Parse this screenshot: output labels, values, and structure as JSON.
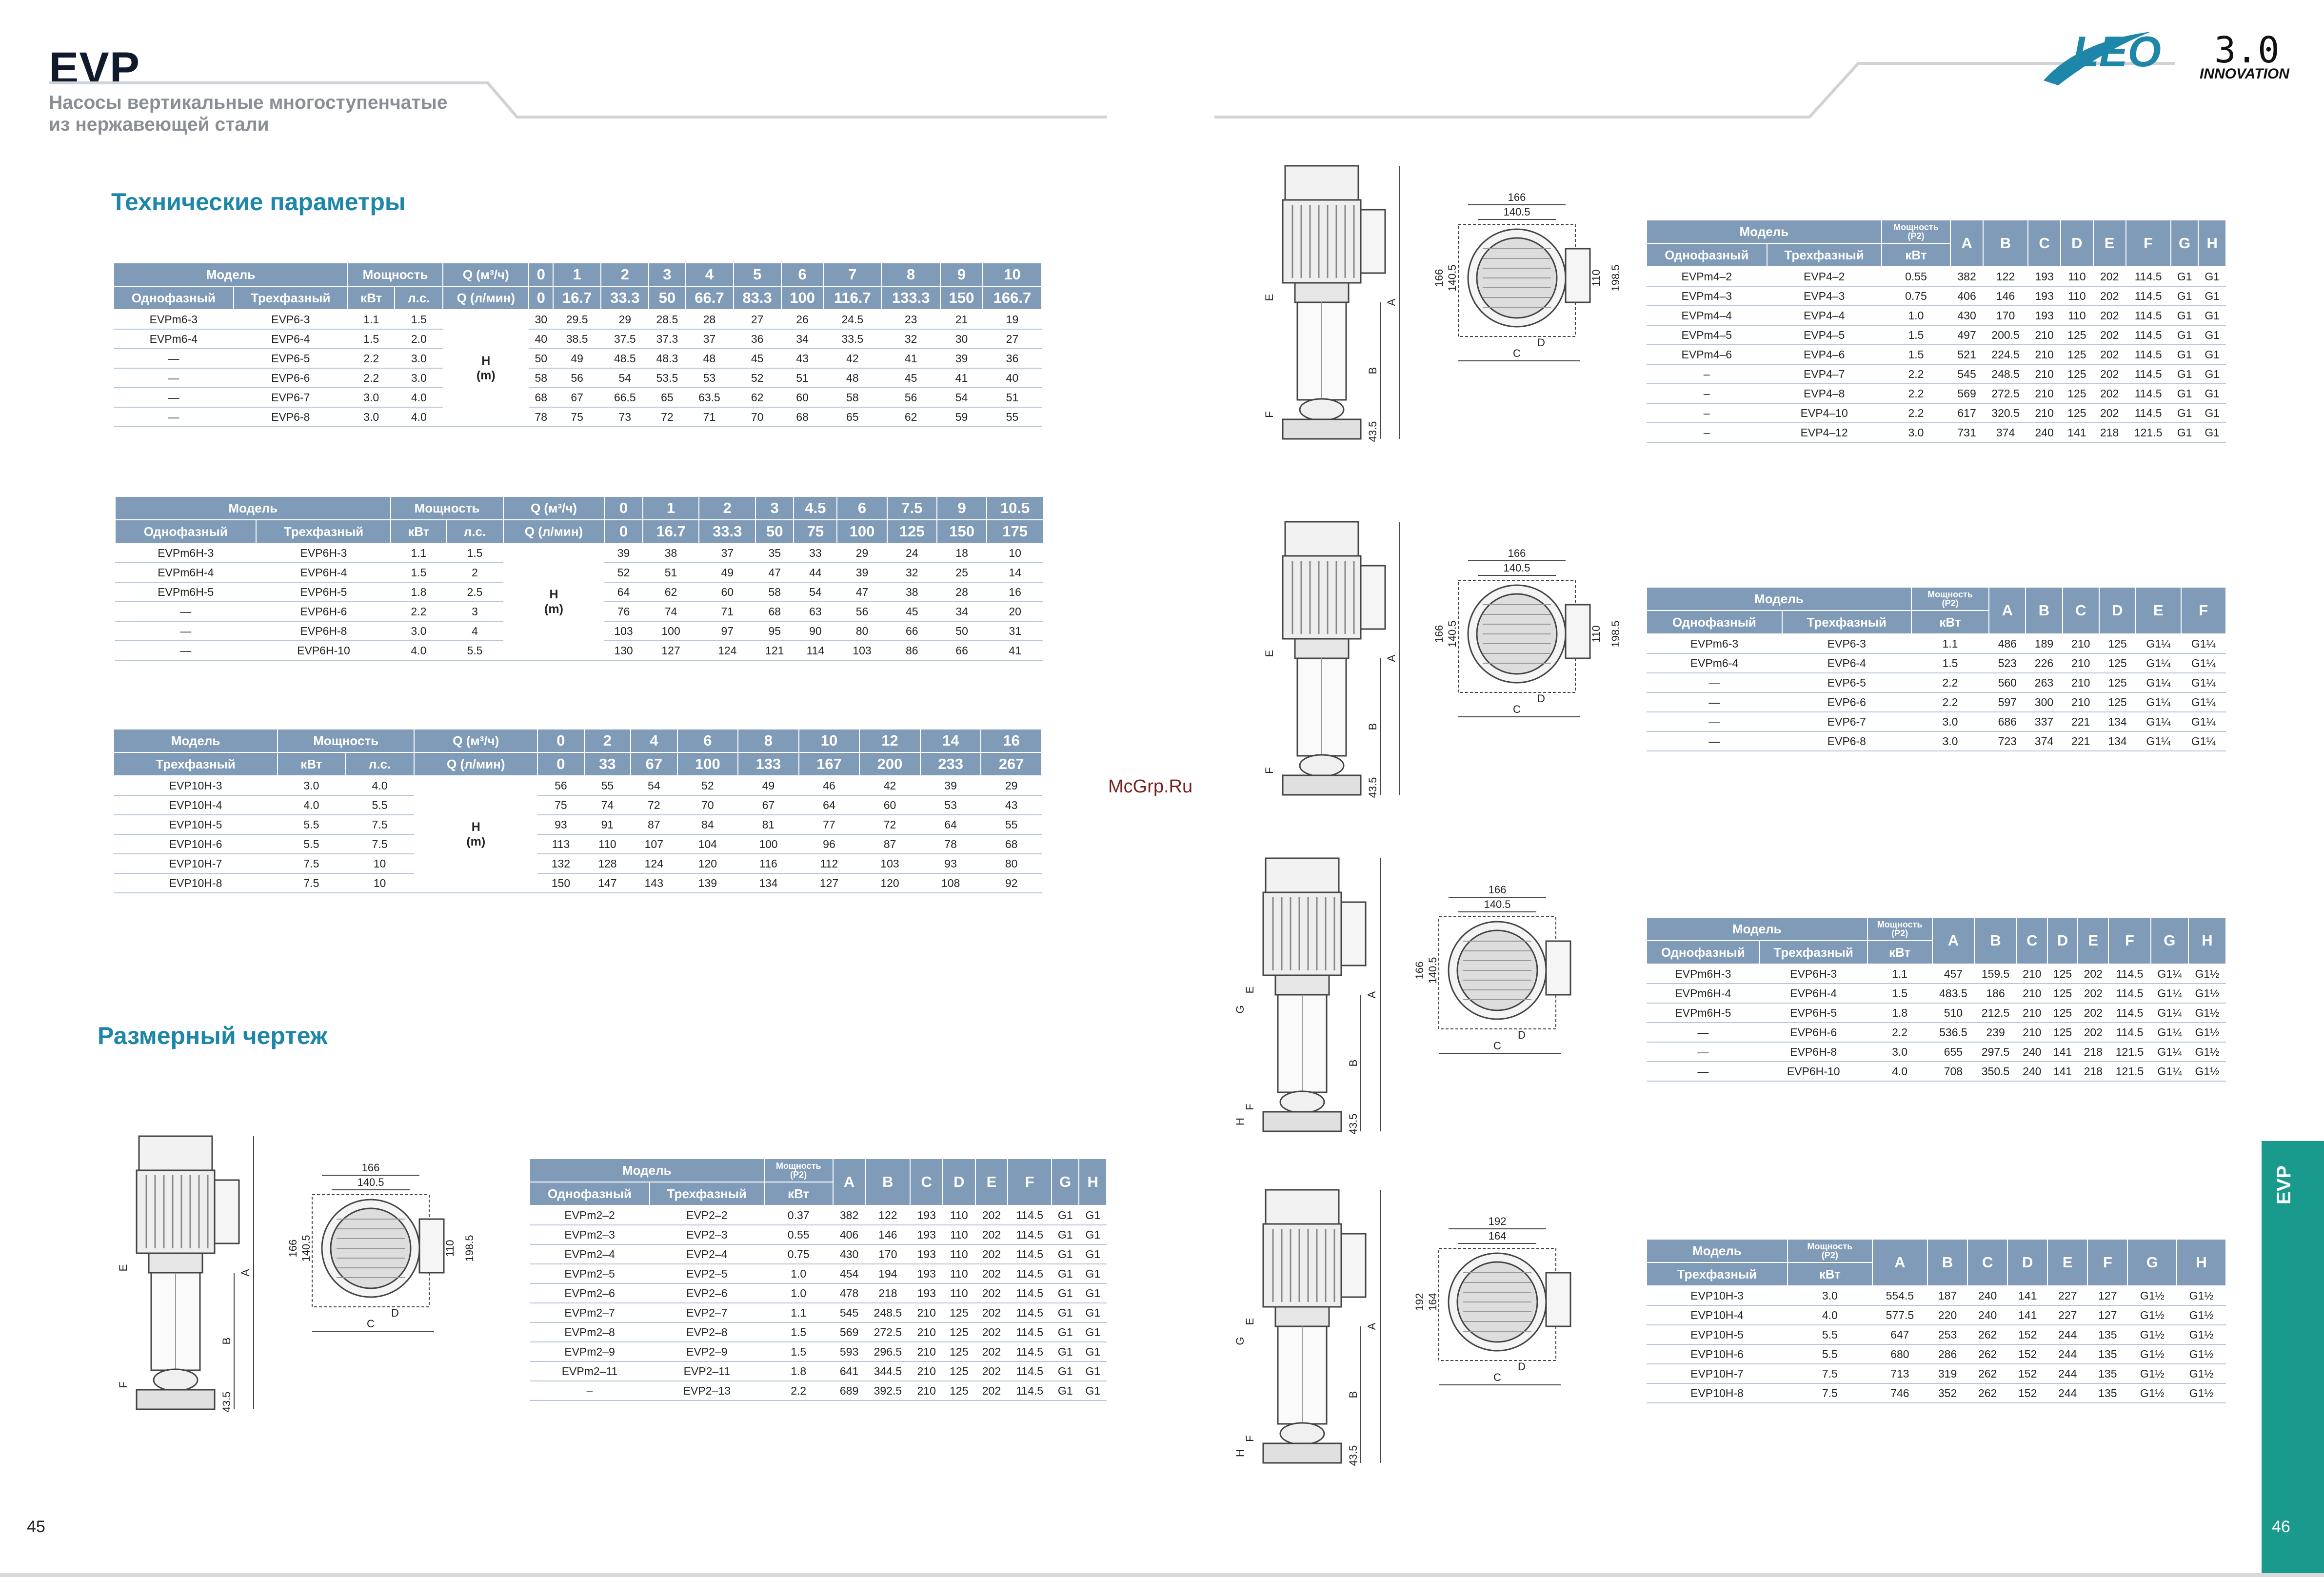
{
  "header": {
    "brand": "EVP",
    "subtitle_line1": "Насосы вертикальные многоступенчатые",
    "subtitle_line2": "из нержавеющей стали",
    "logo_text": "LEO",
    "logo_version": "3.0",
    "logo_tagline": "INNOVATION"
  },
  "sections": {
    "tech_params": "Технические параметры",
    "dim_drawing": "Размерный чертеж"
  },
  "labels": {
    "model": "Модель",
    "power": "Мощность",
    "single": "Однофазный",
    "three": "Трехфазный",
    "kw": "кВт",
    "hp": "л.с.",
    "q_m3": "Q (м³/ч)",
    "q_lmin": "Q (л/мин)",
    "h_label": "H",
    "h_unit": "(m)",
    "power_p2": "Мощность",
    "p2": "(P2)"
  },
  "perf_tables": [
    {
      "has_single": true,
      "q_m3": [
        "0",
        "1",
        "2",
        "3",
        "4",
        "5",
        "6",
        "7",
        "8",
        "9",
        "10"
      ],
      "q_lmin": [
        "0",
        "16.7",
        "33.3",
        "50",
        "66.7",
        "83.3",
        "100",
        "116.7",
        "133.3",
        "150",
        "166.7"
      ],
      "rows": [
        [
          "EVPm6-3",
          "EVP6-3",
          "1.1",
          "1.5",
          "30",
          "29.5",
          "29",
          "28.5",
          "28",
          "27",
          "26",
          "24.5",
          "23",
          "21",
          "19"
        ],
        [
          "EVPm6-4",
          "EVP6-4",
          "1.5",
          "2.0",
          "40",
          "38.5",
          "37.5",
          "37.3",
          "37",
          "36",
          "34",
          "33.5",
          "32",
          "30",
          "27"
        ],
        [
          "—",
          "EVP6-5",
          "2.2",
          "3.0",
          "50",
          "49",
          "48.5",
          "48.3",
          "48",
          "45",
          "43",
          "42",
          "41",
          "39",
          "36"
        ],
        [
          "—",
          "EVP6-6",
          "2.2",
          "3.0",
          "58",
          "56",
          "54",
          "53.5",
          "53",
          "52",
          "51",
          "48",
          "45",
          "41",
          "40"
        ],
        [
          "—",
          "EVP6-7",
          "3.0",
          "4.0",
          "68",
          "67",
          "66.5",
          "65",
          "63.5",
          "62",
          "60",
          "58",
          "56",
          "54",
          "51"
        ],
        [
          "—",
          "EVP6-8",
          "3.0",
          "4.0",
          "78",
          "75",
          "73",
          "72",
          "71",
          "70",
          "68",
          "65",
          "62",
          "59",
          "55"
        ]
      ]
    },
    {
      "has_single": true,
      "q_m3": [
        "0",
        "1",
        "2",
        "3",
        "4.5",
        "6",
        "7.5",
        "9",
        "10.5"
      ],
      "q_lmin": [
        "0",
        "16.7",
        "33.3",
        "50",
        "75",
        "100",
        "125",
        "150",
        "175"
      ],
      "rows": [
        [
          "EVPm6H-3",
          "EVP6H-3",
          "1.1",
          "1.5",
          "39",
          "38",
          "37",
          "35",
          "33",
          "29",
          "24",
          "18",
          "10"
        ],
        [
          "EVPm6H-4",
          "EVP6H-4",
          "1.5",
          "2",
          "52",
          "51",
          "49",
          "47",
          "44",
          "39",
          "32",
          "25",
          "14"
        ],
        [
          "EVPm6H-5",
          "EVP6H-5",
          "1.8",
          "2.5",
          "64",
          "62",
          "60",
          "58",
          "54",
          "47",
          "38",
          "28",
          "16"
        ],
        [
          "—",
          "EVP6H-6",
          "2.2",
          "3",
          "76",
          "74",
          "71",
          "68",
          "63",
          "56",
          "45",
          "34",
          "20"
        ],
        [
          "—",
          "EVP6H-8",
          "3.0",
          "4",
          "103",
          "100",
          "97",
          "95",
          "90",
          "80",
          "66",
          "50",
          "31"
        ],
        [
          "—",
          "EVP6H-10",
          "4.0",
          "5.5",
          "130",
          "127",
          "124",
          "121",
          "114",
          "103",
          "86",
          "66",
          "41"
        ]
      ]
    },
    {
      "has_single": false,
      "q_m3": [
        "0",
        "2",
        "4",
        "6",
        "8",
        "10",
        "12",
        "14",
        "16"
      ],
      "q_lmin": [
        "0",
        "33",
        "67",
        "100",
        "133",
        "167",
        "200",
        "233",
        "267"
      ],
      "rows": [
        [
          "EVP10H-3",
          "3.0",
          "4.0",
          "56",
          "55",
          "54",
          "52",
          "49",
          "46",
          "42",
          "39",
          "29"
        ],
        [
          "EVP10H-4",
          "4.0",
          "5.5",
          "75",
          "74",
          "72",
          "70",
          "67",
          "64",
          "60",
          "53",
          "43"
        ],
        [
          "EVP10H-5",
          "5.5",
          "7.5",
          "93",
          "91",
          "87",
          "84",
          "81",
          "77",
          "72",
          "64",
          "55"
        ],
        [
          "EVP10H-6",
          "5.5",
          "7.5",
          "113",
          "110",
          "107",
          "104",
          "100",
          "96",
          "87",
          "78",
          "68"
        ],
        [
          "EVP10H-7",
          "7.5",
          "10",
          "132",
          "128",
          "124",
          "120",
          "116",
          "112",
          "103",
          "93",
          "80"
        ],
        [
          "EVP10H-8",
          "7.5",
          "10",
          "150",
          "147",
          "143",
          "139",
          "134",
          "127",
          "120",
          "108",
          "92"
        ]
      ]
    }
  ],
  "dim_tables": [
    {
      "has_single": true,
      "cols": [
        "A",
        "B",
        "C",
        "D",
        "E",
        "F",
        "G",
        "H"
      ],
      "rows": [
        [
          "EVPm2–2",
          "EVP2–2",
          "0.37",
          "382",
          "122",
          "193",
          "110",
          "202",
          "114.5",
          "G1",
          "G1"
        ],
        [
          "EVPm2–3",
          "EVP2–3",
          "0.55",
          "406",
          "146",
          "193",
          "110",
          "202",
          "114.5",
          "G1",
          "G1"
        ],
        [
          "EVPm2–4",
          "EVP2–4",
          "0.75",
          "430",
          "170",
          "193",
          "110",
          "202",
          "114.5",
          "G1",
          "G1"
        ],
        [
          "EVPm2–5",
          "EVP2–5",
          "1.0",
          "454",
          "194",
          "193",
          "110",
          "202",
          "114.5",
          "G1",
          "G1"
        ],
        [
          "EVPm2–6",
          "EVP2–6",
          "1.0",
          "478",
          "218",
          "193",
          "110",
          "202",
          "114.5",
          "G1",
          "G1"
        ],
        [
          "EVPm2–7",
          "EVP2–7",
          "1.1",
          "545",
          "248.5",
          "210",
          "125",
          "202",
          "114.5",
          "G1",
          "G1"
        ],
        [
          "EVPm2–8",
          "EVP2–8",
          "1.5",
          "569",
          "272.5",
          "210",
          "125",
          "202",
          "114.5",
          "G1",
          "G1"
        ],
        [
          "EVPm2–9",
          "EVP2–9",
          "1.5",
          "593",
          "296.5",
          "210",
          "125",
          "202",
          "114.5",
          "G1",
          "G1"
        ],
        [
          "EVPm2–11",
          "EVP2–11",
          "1.8",
          "641",
          "344.5",
          "210",
          "125",
          "202",
          "114.5",
          "G1",
          "G1"
        ],
        [
          "–",
          "EVP2–13",
          "2.2",
          "689",
          "392.5",
          "210",
          "125",
          "202",
          "114.5",
          "G1",
          "G1"
        ]
      ]
    },
    {
      "has_single": true,
      "cols": [
        "A",
        "B",
        "C",
        "D",
        "E",
        "F",
        "G",
        "H"
      ],
      "rows": [
        [
          "EVPm4–2",
          "EVP4–2",
          "0.55",
          "382",
          "122",
          "193",
          "110",
          "202",
          "114.5",
          "G1",
          "G1"
        ],
        [
          "EVPm4–3",
          "EVP4–3",
          "0.75",
          "406",
          "146",
          "193",
          "110",
          "202",
          "114.5",
          "G1",
          "G1"
        ],
        [
          "EVPm4–4",
          "EVP4–4",
          "1.0",
          "430",
          "170",
          "193",
          "110",
          "202",
          "114.5",
          "G1",
          "G1"
        ],
        [
          "EVPm4–5",
          "EVP4–5",
          "1.5",
          "497",
          "200.5",
          "210",
          "125",
          "202",
          "114.5",
          "G1",
          "G1"
        ],
        [
          "EVPm4–6",
          "EVP4–6",
          "1.5",
          "521",
          "224.5",
          "210",
          "125",
          "202",
          "114.5",
          "G1",
          "G1"
        ],
        [
          "–",
          "EVP4–7",
          "2.2",
          "545",
          "248.5",
          "210",
          "125",
          "202",
          "114.5",
          "G1",
          "G1"
        ],
        [
          "–",
          "EVP4–8",
          "2.2",
          "569",
          "272.5",
          "210",
          "125",
          "202",
          "114.5",
          "G1",
          "G1"
        ],
        [
          "–",
          "EVP4–10",
          "2.2",
          "617",
          "320.5",
          "210",
          "125",
          "202",
          "114.5",
          "G1",
          "G1"
        ],
        [
          "–",
          "EVP4–12",
          "3.0",
          "731",
          "374",
          "240",
          "141",
          "218",
          "121.5",
          "G1",
          "G1"
        ]
      ]
    },
    {
      "has_single": true,
      "cols": [
        "A",
        "B",
        "C",
        "D",
        "E",
        "F"
      ],
      "rows": [
        [
          "EVPm6-3",
          "EVP6-3",
          "1.1",
          "486",
          "189",
          "210",
          "125",
          "G1¼",
          "G1¼"
        ],
        [
          "EVPm6-4",
          "EVP6-4",
          "1.5",
          "523",
          "226",
          "210",
          "125",
          "G1¼",
          "G1¼"
        ],
        [
          "—",
          "EVP6-5",
          "2.2",
          "560",
          "263",
          "210",
          "125",
          "G1¼",
          "G1¼"
        ],
        [
          "—",
          "EVP6-6",
          "2.2",
          "597",
          "300",
          "210",
          "125",
          "G1¼",
          "G1¼"
        ],
        [
          "—",
          "EVP6-7",
          "3.0",
          "686",
          "337",
          "221",
          "134",
          "G1¼",
          "G1¼"
        ],
        [
          "—",
          "EVP6-8",
          "3.0",
          "723",
          "374",
          "221",
          "134",
          "G1¼",
          "G1¼"
        ]
      ]
    },
    {
      "has_single": true,
      "cols": [
        "A",
        "B",
        "C",
        "D",
        "E",
        "F",
        "G",
        "H"
      ],
      "rows": [
        [
          "EVPm6H-3",
          "EVP6H-3",
          "1.1",
          "457",
          "159.5",
          "210",
          "125",
          "202",
          "114.5",
          "G1¼",
          "G1½"
        ],
        [
          "EVPm6H-4",
          "EVP6H-4",
          "1.5",
          "483.5",
          "186",
          "210",
          "125",
          "202",
          "114.5",
          "G1¼",
          "G1½"
        ],
        [
          "EVPm6H-5",
          "EVP6H-5",
          "1.8",
          "510",
          "212.5",
          "210",
          "125",
          "202",
          "114.5",
          "G1¼",
          "G1½"
        ],
        [
          "—",
          "EVP6H-6",
          "2.2",
          "536.5",
          "239",
          "210",
          "125",
          "202",
          "114.5",
          "G1¼",
          "G1½"
        ],
        [
          "—",
          "EVP6H-8",
          "3.0",
          "655",
          "297.5",
          "240",
          "141",
          "218",
          "121.5",
          "G1¼",
          "G1½"
        ],
        [
          "—",
          "EVP6H-10",
          "4.0",
          "708",
          "350.5",
          "240",
          "141",
          "218",
          "121.5",
          "G1¼",
          "G1½"
        ]
      ]
    },
    {
      "has_single": false,
      "cols": [
        "A",
        "B",
        "C",
        "D",
        "E",
        "F",
        "G",
        "H"
      ],
      "rows": [
        [
          "EVP10H-3",
          "3.0",
          "554.5",
          "187",
          "240",
          "141",
          "227",
          "127",
          "G1½",
          "G1½"
        ],
        [
          "EVP10H-4",
          "4.0",
          "577.5",
          "220",
          "240",
          "141",
          "227",
          "127",
          "G1½",
          "G1½"
        ],
        [
          "EVP10H-5",
          "5.5",
          "647",
          "253",
          "262",
          "152",
          "244",
          "135",
          "G1½",
          "G1½"
        ],
        [
          "EVP10H-6",
          "5.5",
          "680",
          "286",
          "262",
          "152",
          "244",
          "135",
          "G1½",
          "G1½"
        ],
        [
          "EVP10H-7",
          "7.5",
          "713",
          "319",
          "262",
          "152",
          "244",
          "135",
          "G1½",
          "G1½"
        ],
        [
          "EVP10H-8",
          "7.5",
          "746",
          "352",
          "262",
          "152",
          "244",
          "135",
          "G1½",
          "G1½"
        ]
      ]
    }
  ],
  "drawings": [
    {
      "w1": "166",
      "w2": "140.5",
      "h1": "166",
      "h2": "140.5",
      "h3": "110",
      "h4": "198.5",
      "foot": "43.5",
      "A": "A",
      "B": "B",
      "C": "C",
      "D": "D",
      "E": "E",
      "F": "F"
    },
    {
      "w1": "166",
      "w2": "140.5",
      "h1": "166",
      "h2": "140.5",
      "h3": "110",
      "h4": "198.5",
      "foot": "43.5",
      "A": "A",
      "B": "B",
      "C": "C",
      "D": "D",
      "E": "E",
      "F": "F"
    },
    {
      "w1": "166",
      "w2": "140.5",
      "h1": "166",
      "h2": "140.5",
      "h3": "110",
      "h4": "198.5",
      "foot": "43.5",
      "A": "A",
      "B": "B",
      "C": "C",
      "D": "D",
      "E": "E",
      "F": "F"
    },
    {
      "w1": "166",
      "w2": "140.5",
      "h1": "166",
      "h2": "140.5",
      "h3": "",
      "h4": "",
      "foot": "43.5",
      "A": "A",
      "B": "B",
      "C": "C",
      "D": "D",
      "E": "E",
      "F": "F",
      "G": "G",
      "H": "H"
    },
    {
      "w1": "192",
      "w2": "164",
      "h1": "192",
      "h2": "164",
      "h3": "",
      "h4": "",
      "foot": "43.5",
      "A": "A",
      "B": "B",
      "C": "C",
      "D": "D",
      "E": "E",
      "F": "F",
      "G": "G",
      "H": "H"
    }
  ],
  "watermark": "McGrp.Ru",
  "side_tab": "EVP",
  "page_left": "45",
  "page_right": "46"
}
